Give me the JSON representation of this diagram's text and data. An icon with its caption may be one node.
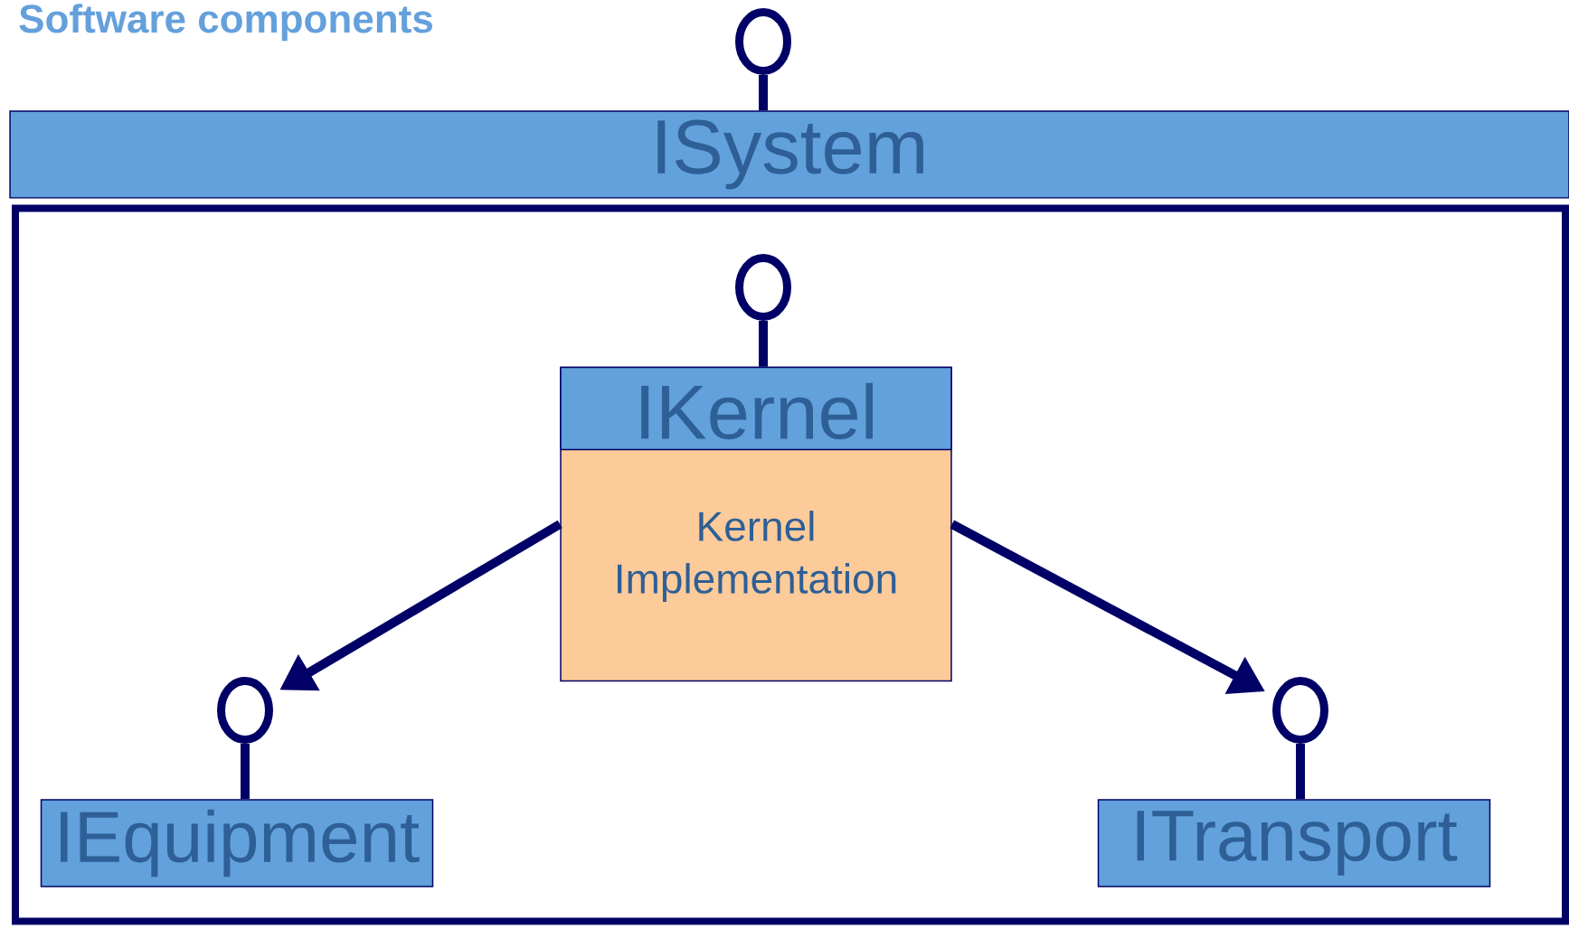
{
  "diagram": {
    "title": "Software components",
    "nodes": [
      {
        "text": [
          "ISystem"
        ]
      },
      {
        "text": [],
        "shape": "box"
      },
      {
        "text": [],
        "shape": "circle"
      },
      {
        "text": [
          "IKernel",
          "Kernel Implementation"
        ],
        "in": 1
      },
      {
        "text": [],
        "shape": "circle",
        "in": 1
      },
      {
        "text": [],
        "shape": "circle",
        "in": 1
      },
      {
        "text": [
          "IEquipment"
        ],
        "in": 1
      },
      {
        "text": [],
        "shape": "circle",
        "in": 1
      },
      {
        "text": [
          "ITransport"
        ],
        "in": 1
      }
    ],
    "edges": [
      {
        "from": 2,
        "to": 0,
        "arrow": "none"
      },
      {
        "from": 4,
        "to": 3,
        "arrow": "none"
      },
      {
        "from": 3,
        "to": 5,
        "arrow": "to"
      },
      {
        "from": 3,
        "to": 7,
        "arrow": "to"
      },
      {
        "from": 5,
        "to": 6,
        "arrow": "none"
      },
      {
        "from": 7,
        "to": 8,
        "arrow": "none"
      }
    ]
  }
}
